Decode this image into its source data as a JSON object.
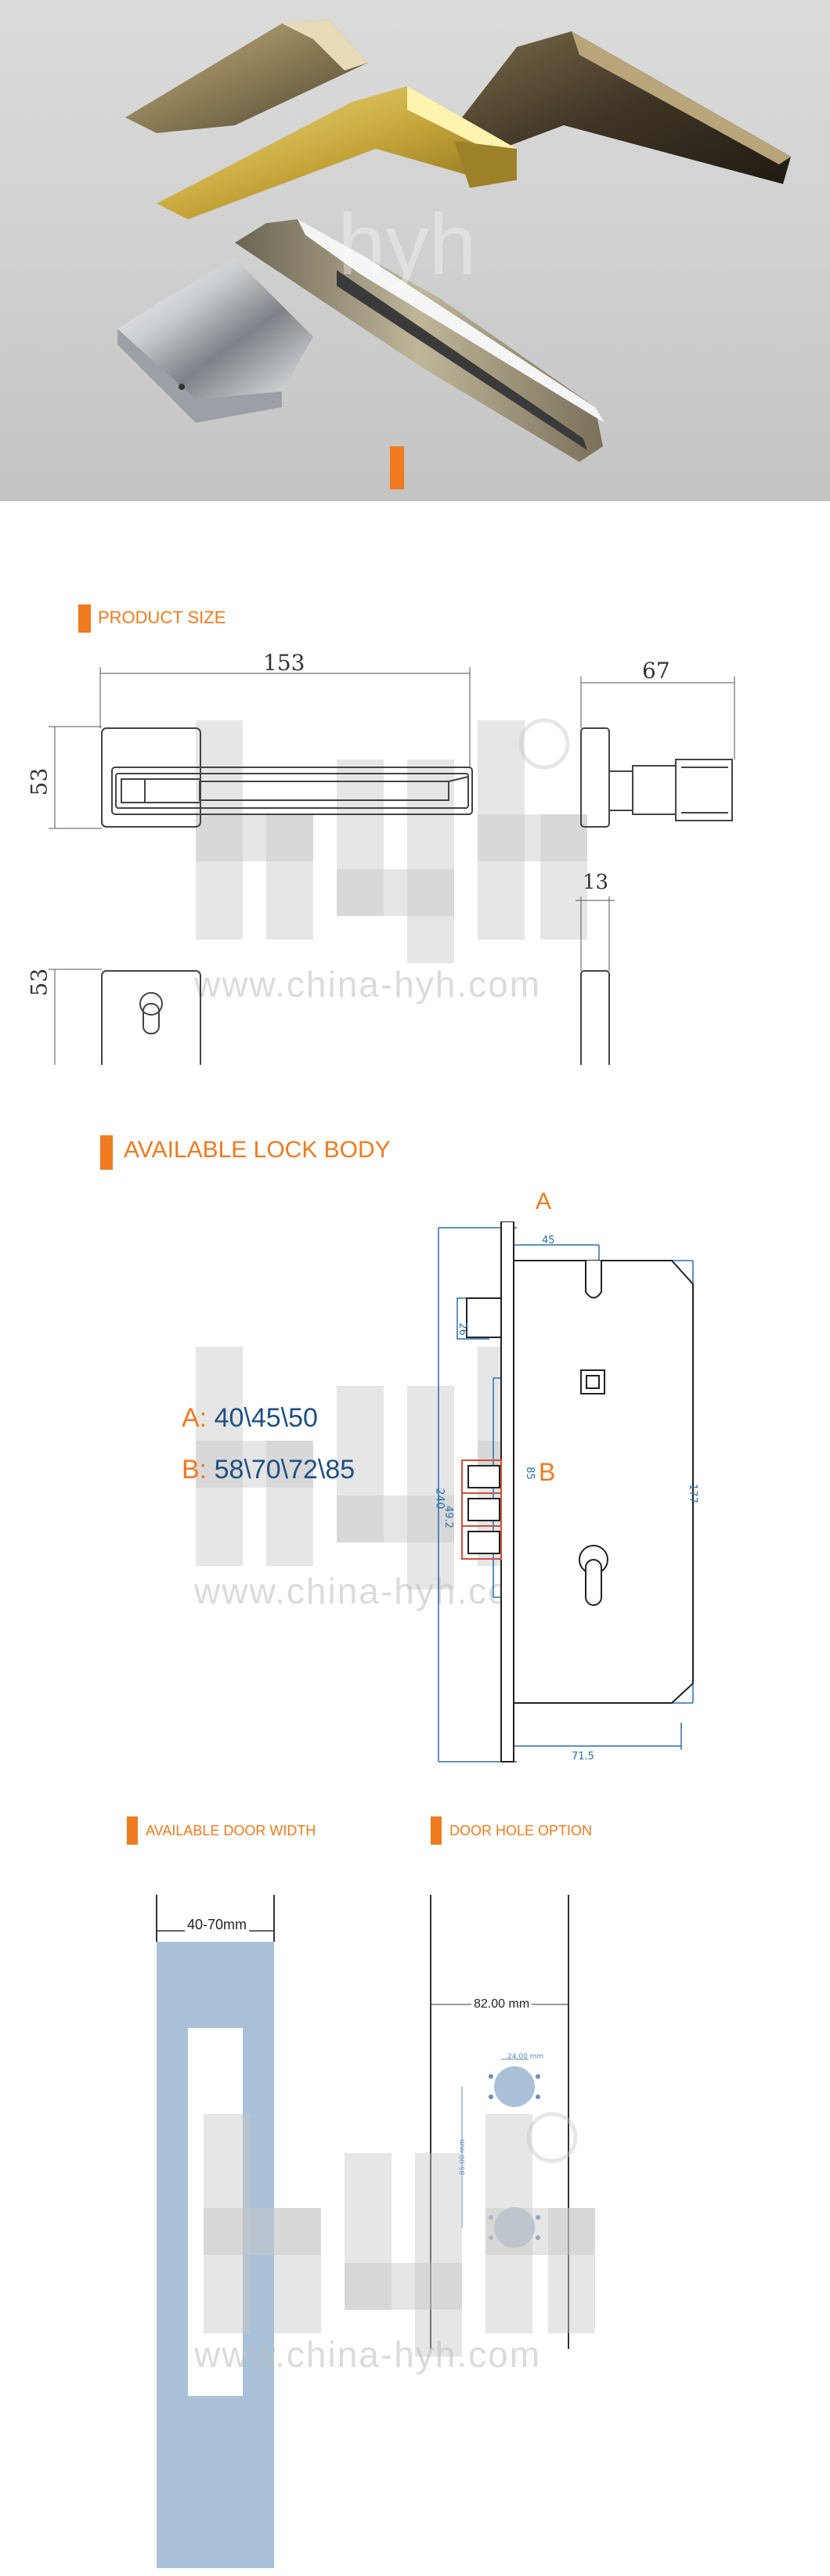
{
  "watermark": {
    "logo": "hyh",
    "url": "www.china-hyh.com"
  },
  "hero": {
    "alt": "product-photo",
    "watermark": "hyh"
  },
  "product_size": {
    "title": "PRODUCT SIZE",
    "dims": {
      "width": "153",
      "height_a": "53",
      "depth": "67",
      "height_b": "53",
      "thickness": "13"
    }
  },
  "lock_body": {
    "title": "AVAILABLE LOCK BODY",
    "option_a_label": "A:",
    "option_a_values": "40\\45\\50",
    "option_b_label": "B:",
    "option_b_values": "58\\70\\72\\85",
    "marker_a": "A",
    "marker_b": "B",
    "dims": {
      "backset": "45",
      "bolt": "26",
      "faceplate": "240",
      "center": "85",
      "latch": "49.2",
      "height": "177",
      "bottom": "71.5"
    }
  },
  "door_width": {
    "title": "AVAILABLE DOOR WIDTH",
    "range": "40-70mm"
  },
  "door_hole": {
    "title": "DOOR HOLE OPTION",
    "width": "82.00 mm",
    "top": "24.00 mm",
    "spacing": "85.00 mm"
  },
  "colors": {
    "accent": "#f07a1f",
    "blue_line": "#2a6fb0",
    "door_fill": "#a9c1d8"
  }
}
